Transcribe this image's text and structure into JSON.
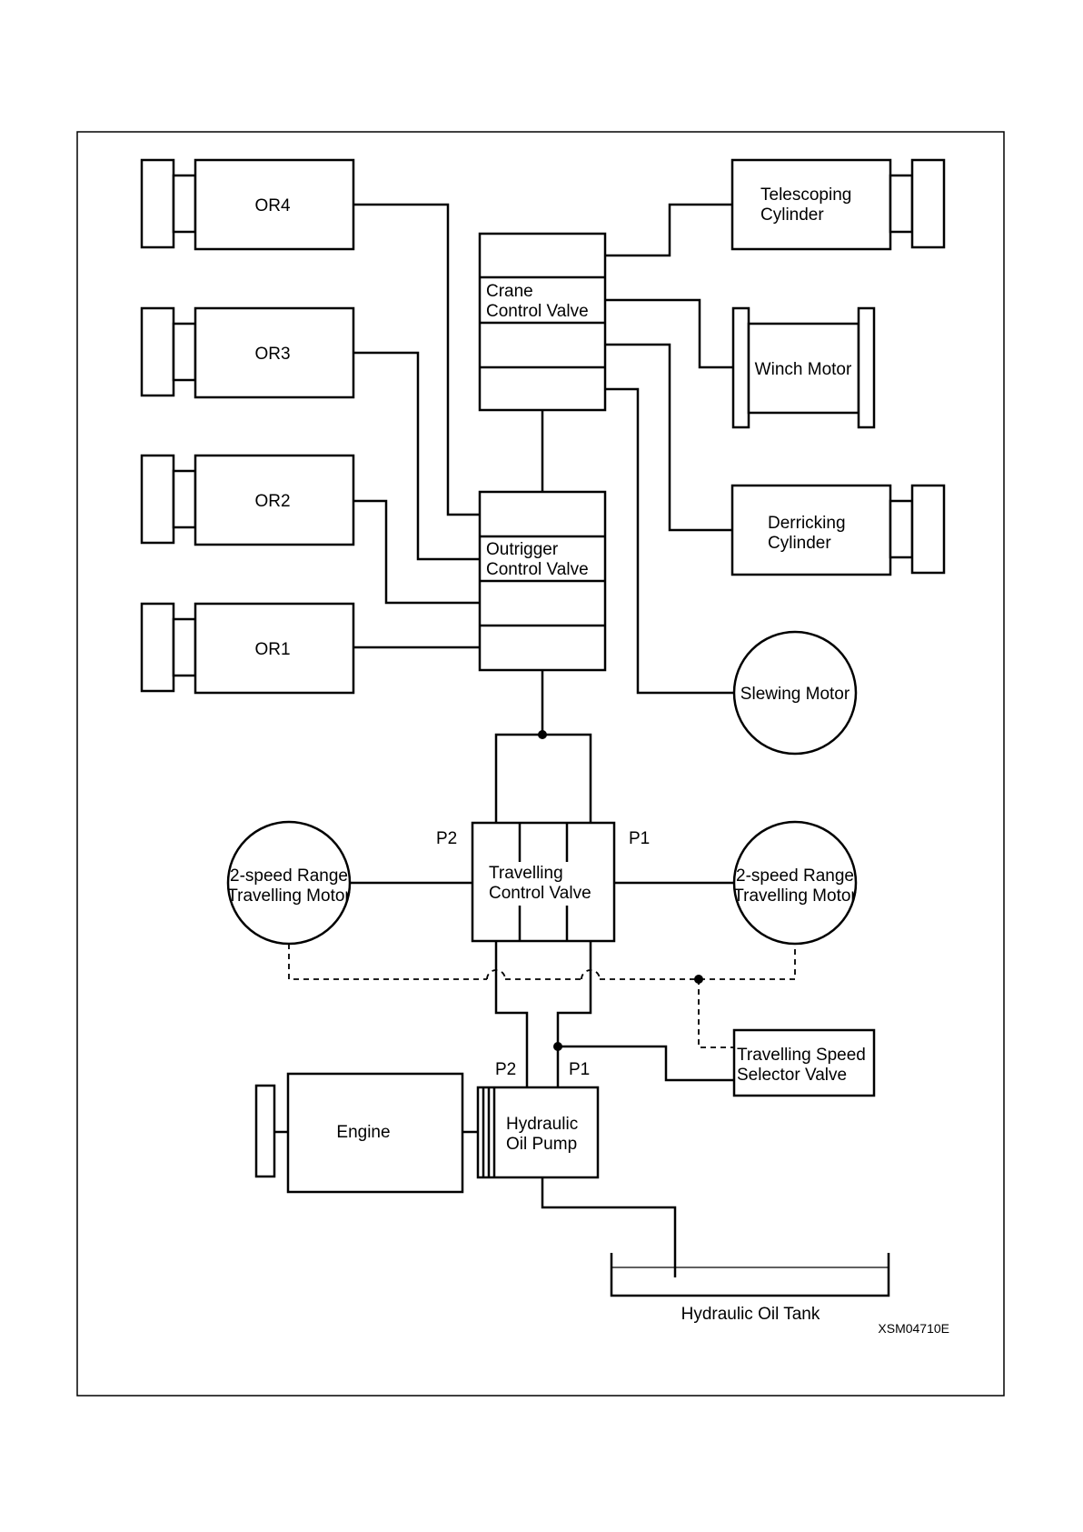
{
  "labels": {
    "or4": "OR4",
    "or3": "OR3",
    "or2": "OR2",
    "or1": "OR1",
    "crane_valve": [
      "Crane",
      "Control Valve"
    ],
    "outrigger_valve": [
      "Outrigger",
      "Control Valve"
    ],
    "telescoping": [
      "Telescoping",
      "Cylinder"
    ],
    "winch": "Winch Motor",
    "derricking": [
      "Derricking",
      "Cylinder"
    ],
    "slewing": "Slewing Motor",
    "travelling_valve": [
      "Travelling",
      "Control Valve"
    ],
    "travel_motor_left": [
      "2-speed Range",
      "Travelling Motor"
    ],
    "travel_motor_right": [
      "2-speed Range",
      "Travelling Motor"
    ],
    "speed_selector": [
      "Travelling Speed",
      "Selector Valve"
    ],
    "engine": "Engine",
    "pump": [
      "Hydraulic",
      "Oil Pump"
    ],
    "tank": "Hydraulic Oil Tank",
    "port_p2_upper": "P2",
    "port_p1_upper": "P1",
    "port_p2_lower": "P2",
    "port_p1_lower": "P1",
    "drawing_code": "XSM04710E"
  }
}
